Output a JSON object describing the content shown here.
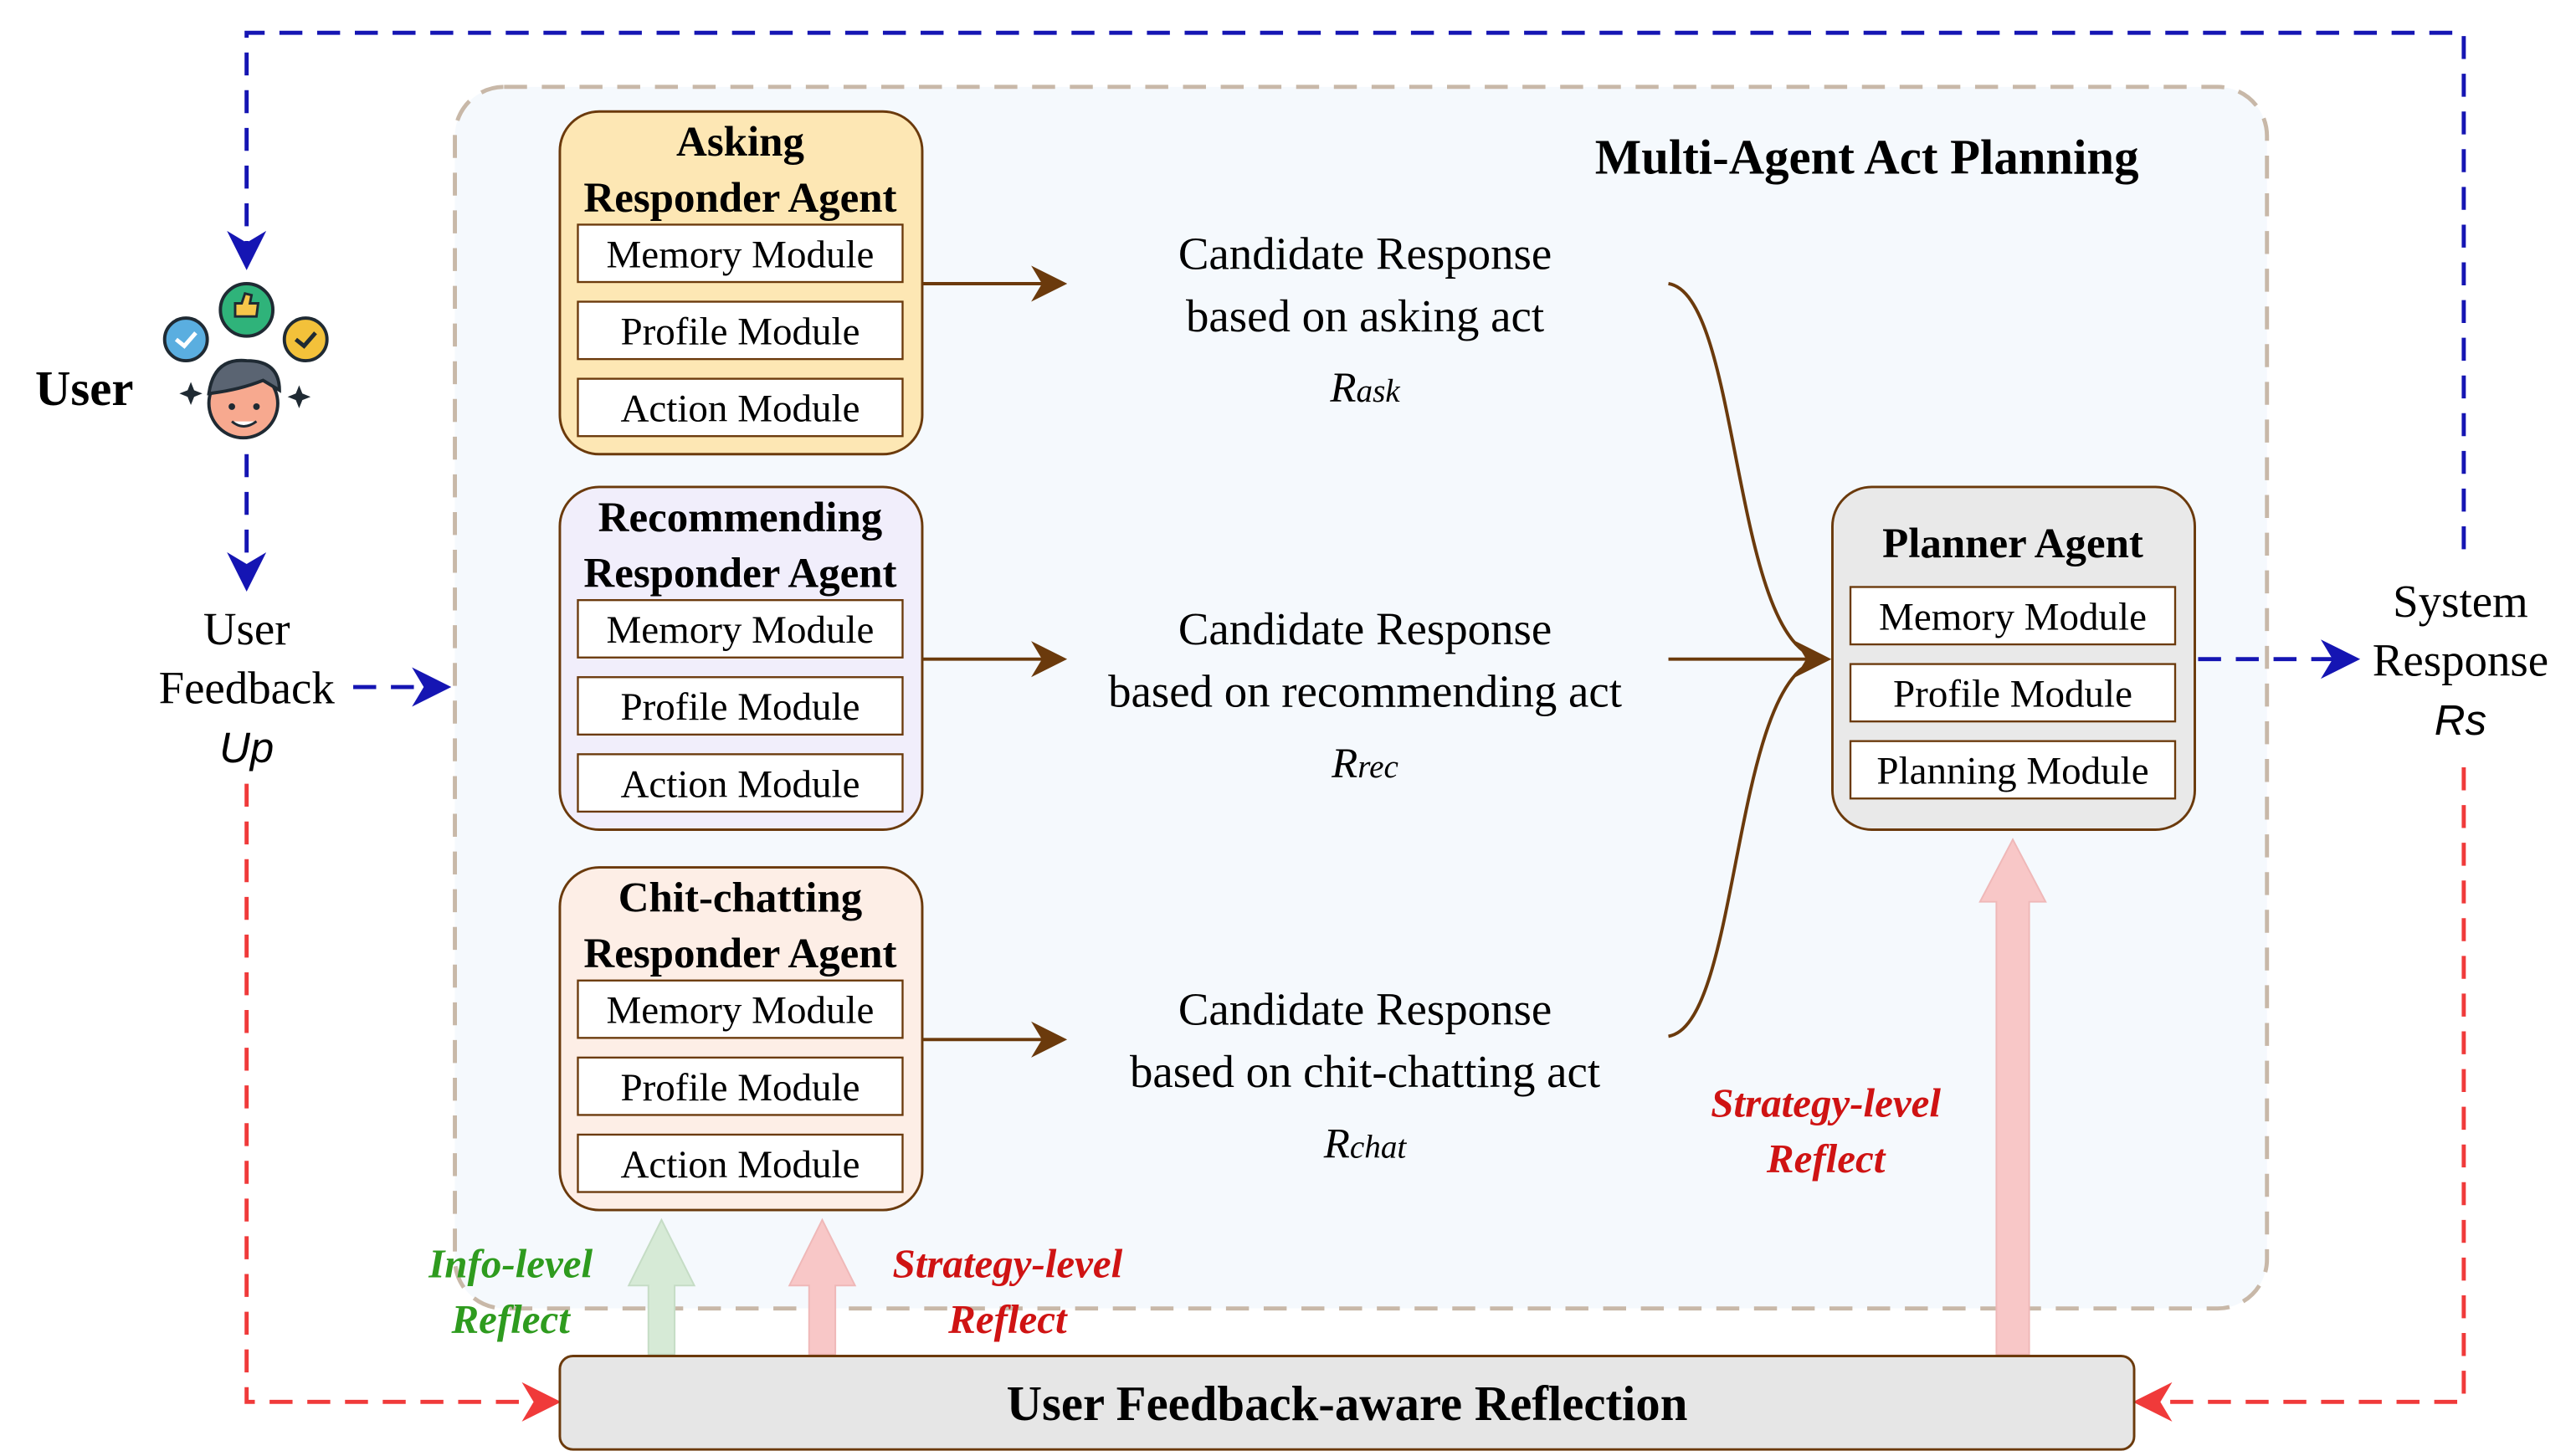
{
  "panel": {
    "title": "Multi-Agent Act Planning"
  },
  "user": {
    "label": "User",
    "feedback_line1": "User",
    "feedback_line2": "Feedback",
    "feedback_symbol": "Up",
    "icon": "user-with-chat-bubbles-icon"
  },
  "agents": [
    {
      "title_line1": "Asking",
      "title_line2": "Responder Agent",
      "modules": [
        "Memory Module",
        "Profile Module",
        "Action Module"
      ],
      "fill": "#fde7b4",
      "candidate_line1": "Candidate Response",
      "candidate_line2": "based on asking act",
      "candidate_symbol_main": "R",
      "candidate_symbol_sub": "ask"
    },
    {
      "title_line1": "Recommending",
      "title_line2": "Responder Agent",
      "modules": [
        "Memory Module",
        "Profile Module",
        "Action Module"
      ],
      "fill": "#f1eefb",
      "candidate_line1": "Candidate Response",
      "candidate_line2": "based on recommending act",
      "candidate_symbol_main": "R",
      "candidate_symbol_sub": "rec"
    },
    {
      "title_line1": "Chit-chatting",
      "title_line2": "Responder Agent",
      "modules": [
        "Memory Module",
        "Profile Module",
        "Action Module"
      ],
      "fill": "#fdeee6",
      "candidate_line1": "Candidate Response",
      "candidate_line2": "based on chit-chatting act",
      "candidate_symbol_main": "R",
      "candidate_symbol_sub": "chat"
    }
  ],
  "planner": {
    "title": "Planner Agent",
    "modules": [
      "Memory Module",
      "Profile Module",
      "Planning Module"
    ]
  },
  "system_response": {
    "line1": "System",
    "line2": "Response",
    "symbol": "Rs"
  },
  "reflections": {
    "info_line1": "Info-level",
    "info_line2": "Reflect",
    "strategy_line1": "Strategy-level",
    "strategy_line2": "Reflect",
    "planner_strategy_line1": "Strategy-level",
    "planner_strategy_line2": "Reflect"
  },
  "bottom_bar": {
    "label": "User Feedback-aware Reflection"
  },
  "colors": {
    "blue_dashed": "#1515b3",
    "red_dashed": "#f03a3a",
    "brown_arrow": "#6b3a0c",
    "green_text": "#2e9b1e",
    "red_text": "#cf1313",
    "green_arrow": "#d6ead6",
    "pink_arrow": "#f8c7c7",
    "panel_bg": "#f5f9fd",
    "panel_border": "#c8b8a8",
    "planner_fill": "#e9e9e9",
    "bar_fill": "#e6e6e6"
  }
}
